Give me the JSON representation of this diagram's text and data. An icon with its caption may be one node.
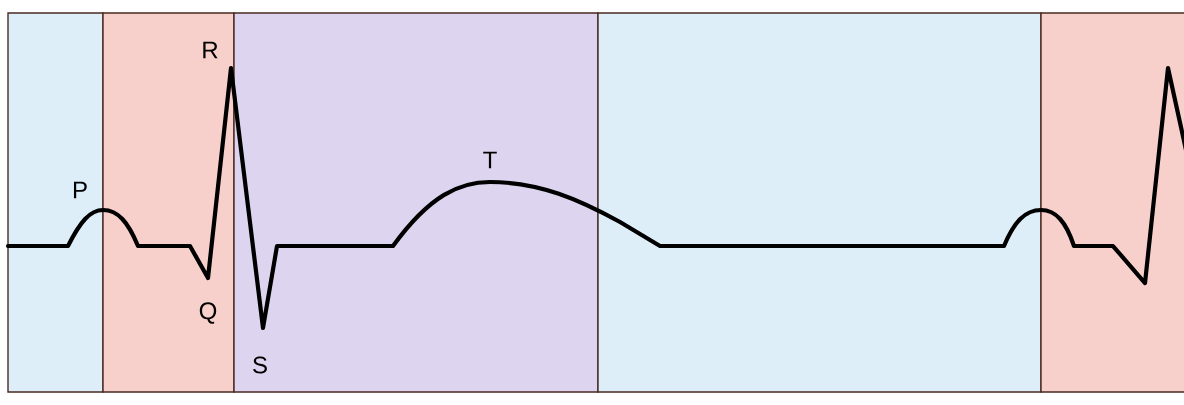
{
  "diagram": {
    "labels": [
      "R",
      "T",
      "P",
      "Q",
      "S"
    ]
  }
}
